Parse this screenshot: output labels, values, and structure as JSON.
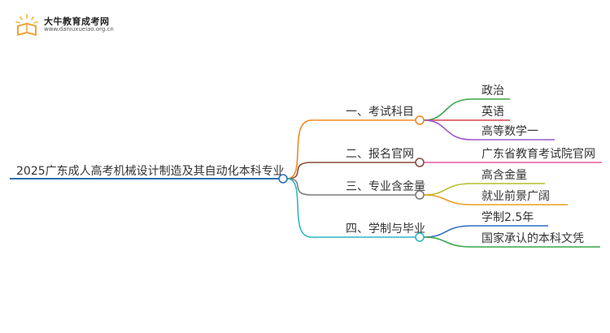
{
  "logo": {
    "title": "大牛教育成考网",
    "url": "www.daniuxueiao.org.cn",
    "colors": {
      "book": "#f2a23a",
      "sun": "#f5b93b"
    }
  },
  "root": {
    "label": "2025广东成人高考机械设计制造及其自动化本科专业",
    "color": "#2f6fb3"
  },
  "branches": [
    {
      "label": "一、考试科目",
      "color": "#f08a24",
      "children": [
        {
          "label": "政治",
          "color": "#3aa64a"
        },
        {
          "label": "英语",
          "color": "#d9434e"
        },
        {
          "label": "高等数学一",
          "color": "#9b59c9"
        }
      ]
    },
    {
      "label": "二、报名官网",
      "color": "#8c4a3c",
      "children": [
        {
          "label": "广东省教育考试院官网",
          "color": "#e85aa0"
        }
      ]
    },
    {
      "label": "三、专业含金量",
      "color": "#7d7d7d",
      "children": [
        {
          "label": "高含金量",
          "color": "#b6bd26"
        },
        {
          "label": "就业前景广阔",
          "color": "#e8a020"
        }
      ]
    },
    {
      "label": "四、学制与毕业",
      "color": "#2db8c4",
      "children": [
        {
          "label": "学制2.5年",
          "color": "#2d6fc4"
        },
        {
          "label": "国家承认的本科文凭",
          "color": "#3aa64a"
        }
      ]
    }
  ]
}
